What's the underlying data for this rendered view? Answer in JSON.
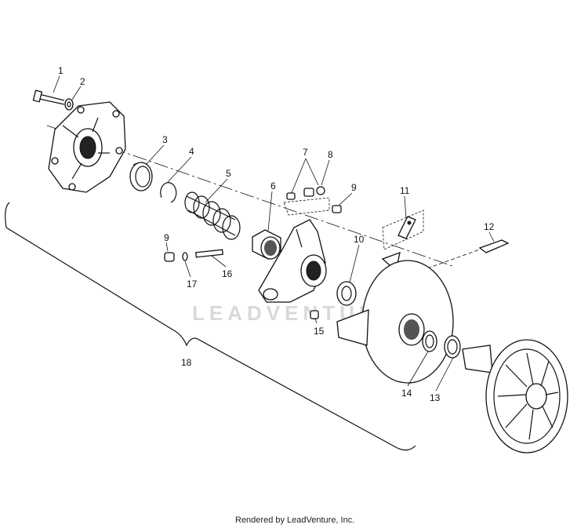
{
  "diagram": {
    "watermark": "LEADVENTURE",
    "footer": "Rendered by LeadVenture, Inc.",
    "callouts": [
      "1",
      "2",
      "3",
      "4",
      "5",
      "6",
      "7",
      "8",
      "9",
      "9",
      "10",
      "11",
      "12",
      "13",
      "14",
      "15",
      "16",
      "17",
      "18"
    ]
  }
}
